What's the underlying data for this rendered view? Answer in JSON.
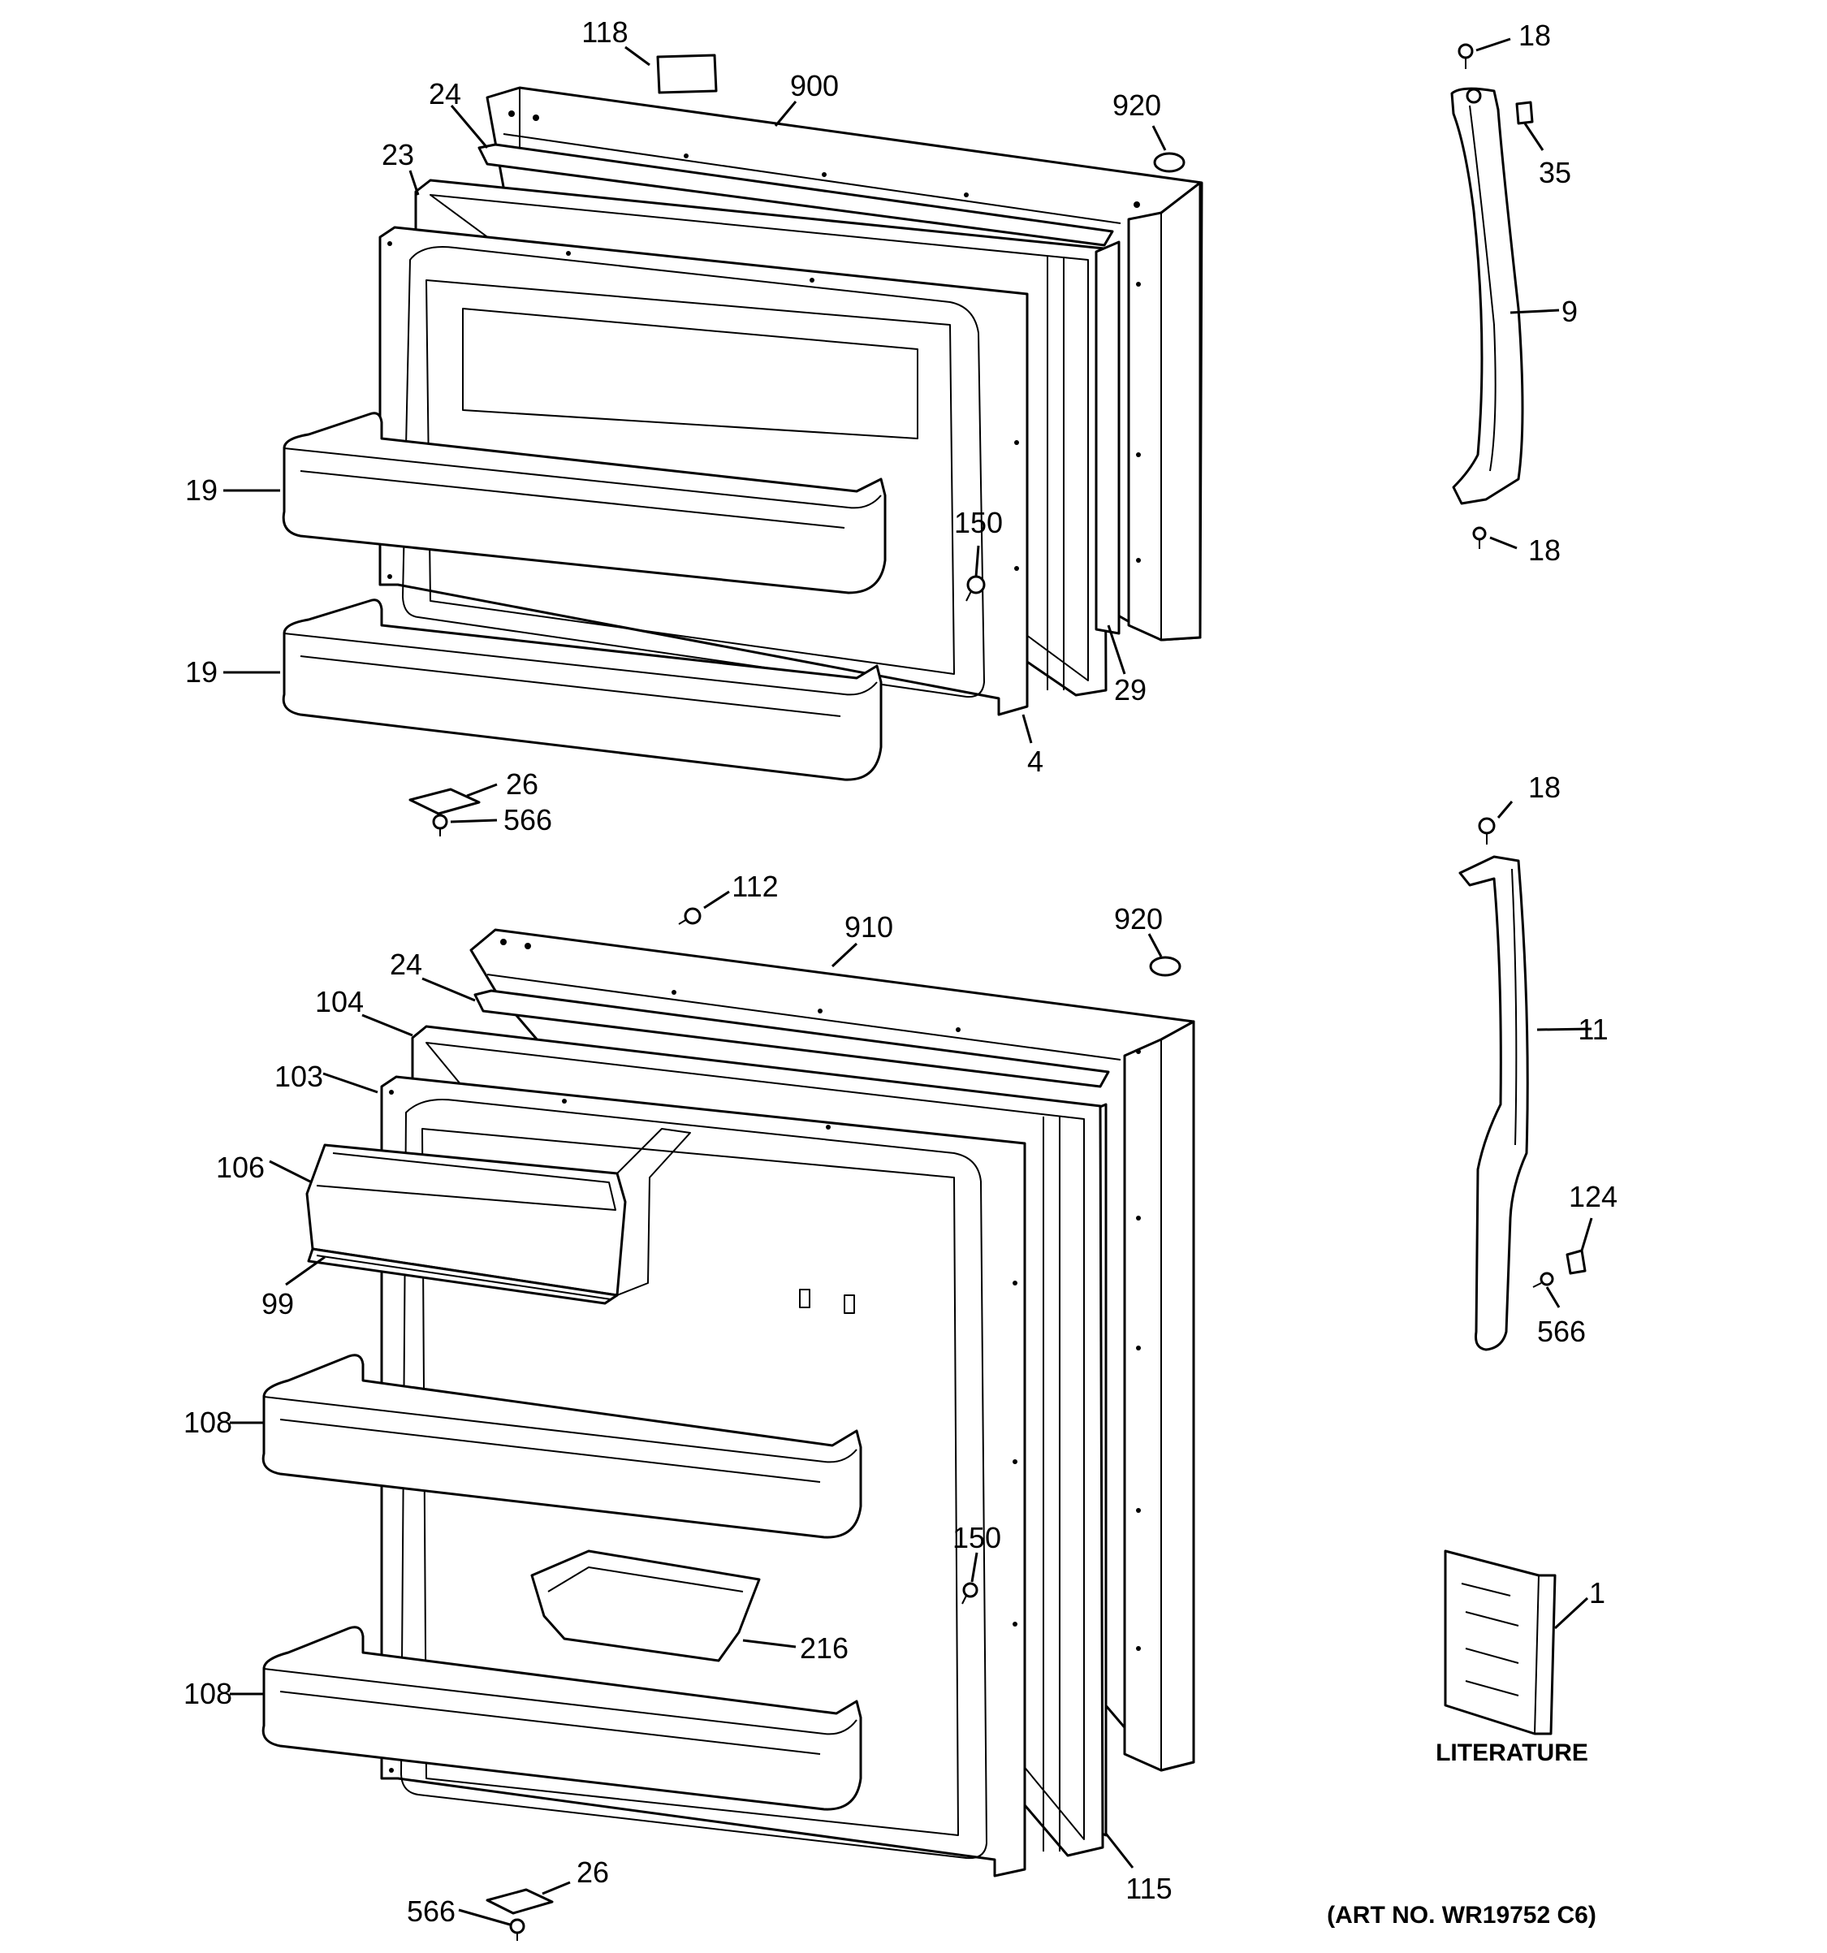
{
  "diagram": {
    "art_number": "(ART NO. WR19752 C6)",
    "literature_label": "LITERATURE",
    "callouts": {
      "c118": "118",
      "c900": "900",
      "c24a": "24",
      "c920a": "920",
      "c23": "23",
      "c19a": "19",
      "c19b": "19",
      "c150a": "150",
      "c29": "29",
      "c4": "4",
      "c26a": "26",
      "c566a": "566",
      "c18a": "18",
      "c35": "35",
      "c9": "9",
      "c18b": "18",
      "c112": "112",
      "c910": "910",
      "c920b": "920",
      "c24b": "24",
      "c104": "104",
      "c103": "103",
      "c106": "106",
      "c99": "99",
      "c108a": "108",
      "c108b": "108",
      "c150b": "150",
      "c216": "216",
      "c115": "115",
      "c26b": "26",
      "c566b": "566",
      "c18c": "18",
      "c11": "11",
      "c124": "124",
      "c566c": "566",
      "c1": "1"
    }
  }
}
